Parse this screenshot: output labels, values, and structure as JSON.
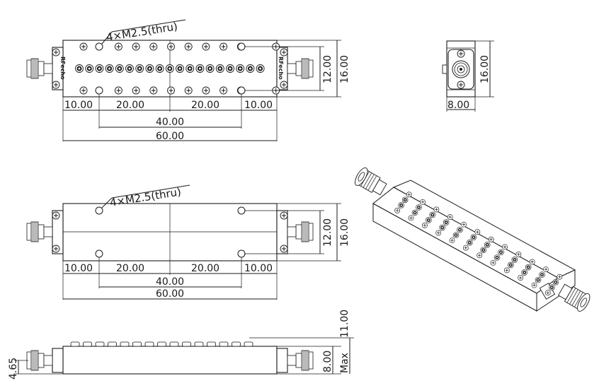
{
  "views": {
    "top": {
      "hole_note": "4×M2.5(thru)",
      "dims": {
        "d10a": "10.00",
        "d20a": "20.00",
        "d20b": "20.00",
        "d10b": "10.00",
        "d40": "40.00",
        "d60": "60.00",
        "d12": "12.00",
        "d16": "16.00"
      },
      "brand": "RFecho"
    },
    "end": {
      "dims": {
        "d16": "16.00",
        "d8": "8.00"
      }
    },
    "bottom": {
      "hole_note": "4×M2.5(thru)",
      "dims": {
        "d10a": "10.00",
        "d20a": "20.00",
        "d20b": "20.00",
        "d10b": "10.00",
        "d40": "40.00",
        "d60": "60.00",
        "d12": "12.00",
        "d16": "16.00"
      }
    },
    "side": {
      "dims": {
        "d465": "4.65",
        "d8": "8.00",
        "d11": "11.00",
        "max": "Max"
      }
    }
  }
}
